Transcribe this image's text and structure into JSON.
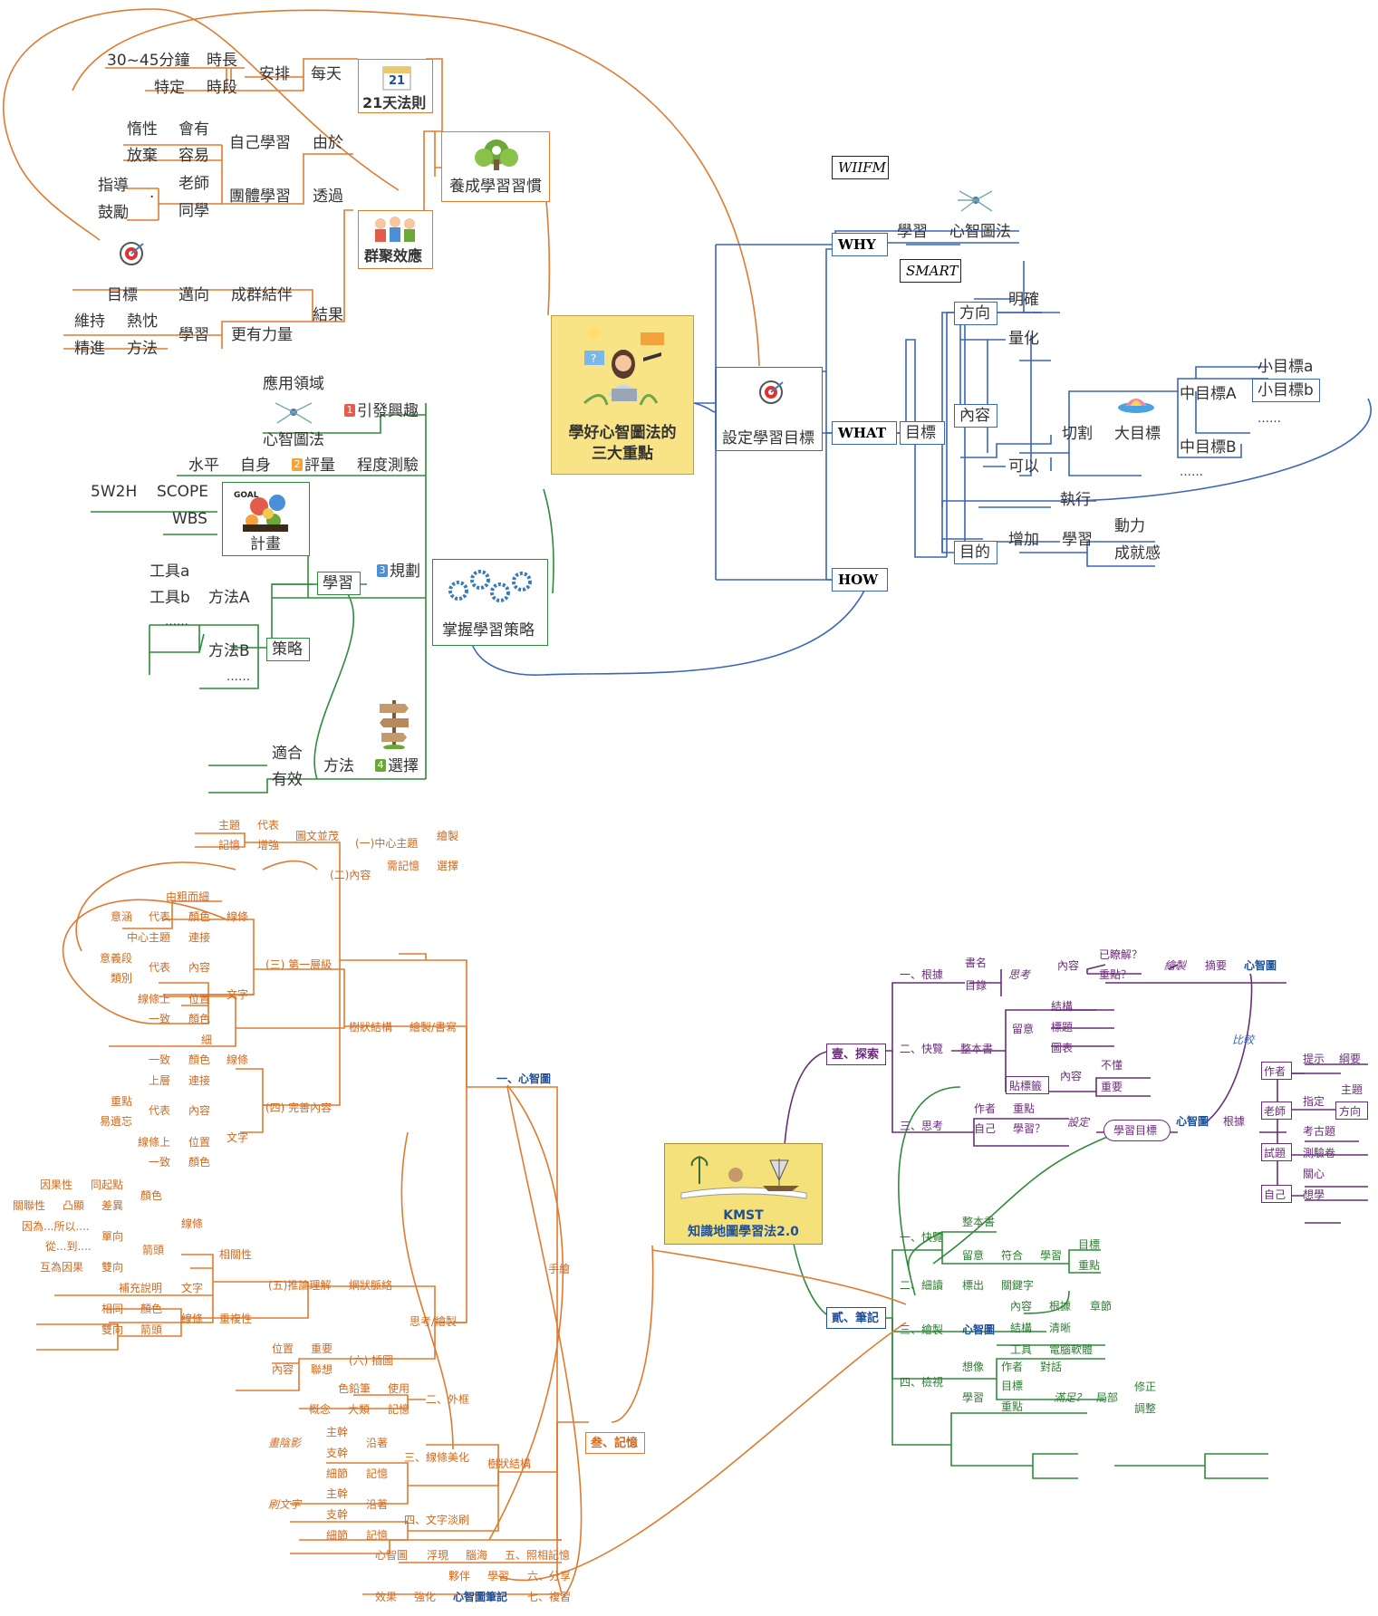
{
  "map1": {
    "center": {
      "line1": "學好心智圖法的",
      "line2": "三大重點"
    },
    "habit": {
      "title": "養成學習習慣",
      "rule21": {
        "title": "21天法則",
        "calendar": "21",
        "every_day": "每天",
        "arrange": "安排",
        "duration": "時長",
        "duration_value": "30~45分鐘",
        "period": "時段",
        "period_value": "特定"
      },
      "self_learning": {
        "due": "由於",
        "label": "自己學習",
        "will": "會有",
        "lazy": "惰性",
        "easy": "容易",
        "giveup": "放棄"
      },
      "group": {
        "via": "透過",
        "label": "團體學習",
        "teacher": "老師",
        "classmate": "同學",
        "dot": "·",
        "guide": "指導",
        "encourage": "鼓勵"
      },
      "cluster": {
        "title": "群聚效應",
        "result": "結果",
        "toward": "邁向",
        "goal": "目標",
        "form": "成群結伴",
        "learn": "學習",
        "stronger": "更有力量",
        "maintain": "維持",
        "passion": "熱忱",
        "method": "方法",
        "refine": "精進"
      }
    },
    "goal": {
      "title": "設定學習目標",
      "why": {
        "label": "WHY",
        "tag": "WIIFM",
        "learn": "學習",
        "mindmap": "心智圖法"
      },
      "what": {
        "label": "WHAT",
        "tag": "SMART",
        "target": "目標",
        "direction": "方向",
        "clear": "明確",
        "content": "內容",
        "quantify": "量化",
        "can": "可以",
        "cut": "切割",
        "big": "大目標",
        "midA": "中目標A",
        "midB": "中目標B",
        "smallA": "小目標a",
        "smallB": "小目標b",
        "dots": "……",
        "execute": "執行",
        "purpose": "目的",
        "increase": "增加",
        "learning": "學習",
        "power": "動力",
        "achievement": "成就感"
      },
      "how": {
        "label": "HOW"
      }
    },
    "strategy": {
      "title": "掌握學習策略",
      "interest": {
        "num": "1",
        "label": "引發興趣",
        "domain": "應用領域",
        "mindmap": "心智圖法"
      },
      "evaluate": {
        "num": "2",
        "label": "評量",
        "level": "水平",
        "self": "自身",
        "test": "程度測驗"
      },
      "plan": {
        "num": "3",
        "label": "規劃",
        "learn": "學習",
        "plan": "計畫",
        "s5w2h": "5W2H",
        "scope": "SCOPE",
        "wbs": "WBS",
        "strategy": "策略",
        "toolA": "工具a",
        "toolB": "工具b",
        "methodA": "方法A",
        "methodB": "方法B",
        "dots": "……"
      },
      "choose": {
        "num": "4",
        "label": "選擇",
        "method": "方法",
        "fit": "適合",
        "effective": "有效"
      }
    }
  },
  "map2": {
    "center": {
      "line1": "KMST",
      "line2": "知識地圖學習法2.0"
    },
    "explore": {
      "title": "壹、探索",
      "basis": {
        "label": "一、根據",
        "bookname": "書名",
        "toc": "目錄",
        "think": "思考",
        "content": "內容",
        "understood": "已瞭解？",
        "key": "重點？",
        "draw": "繪製",
        "summary": "摘要",
        "mindmap": "心智圖"
      },
      "browse": {
        "label": "二、快覽",
        "whole": "整本書",
        "attention": "留意",
        "structure": "結構",
        "title": "標題",
        "chart": "圖表",
        "sticky": "貼標籤",
        "content": "內容",
        "noknow": "不懂",
        "important": "重要"
      },
      "think": {
        "label": "三、思考",
        "author": "作者",
        "key": "重點",
        "self": "自己",
        "learn": "學習？",
        "set": "設定",
        "goal": "學習目標",
        "compare": "比較",
        "mindmap": "心智圖",
        "basis": "根據",
        "author2": "作者",
        "hint": "提示",
        "outline": "綱要",
        "teacher": "老師",
        "assign": "指定",
        "topic": "主題",
        "direction": "方向",
        "exam": "試題",
        "oldexam": "考古題",
        "quiz": "測驗卷",
        "self2": "自己",
        "care": "關心",
        "want": "想學"
      }
    },
    "notes": {
      "title": "貳、筆記",
      "browse": {
        "label": "一、快覽",
        "whole": "整本書",
        "attention": "留意",
        "match": "符合",
        "learn": "學習",
        "goal": "目標",
        "key": "重點"
      },
      "read": {
        "label": "二、細讀",
        "mark": "標出",
        "keyword": "關鍵字"
      },
      "draw": {
        "label": "三、繪製",
        "mindmap": "心智圖",
        "content": "內容",
        "basis": "根據",
        "chapter": "章節",
        "structure": "結構",
        "clear": "清晰",
        "tool": "工具",
        "software": "電腦軟體"
      },
      "review": {
        "label": "四、檢視",
        "imagine": "想像",
        "author": "作者",
        "dialog": "對話",
        "learn": "學習",
        "goal": "目標",
        "key": "重點",
        "satisfied": "滿足？",
        "partial": "局部",
        "fix": "修正",
        "adjust": "調整"
      }
    },
    "memory": {
      "title": "叁、記憶",
      "mindmap": {
        "label": "一、心智圖",
        "draw": "繪製",
        "center": "(一)中心主題",
        "img_text": "圖文並茂",
        "subject": "主題",
        "represent": "代表",
        "memory": "記憶",
        "enhance": "增強",
        "choose": "選擇",
        "content": "(二)內容",
        "need_mem": "需記憶",
        "draw_write": "繪製/書寫",
        "tree": "樹狀結構",
        "first": "(三) 第一層級",
        "line": "線條",
        "coarse_fine": "由粗而細",
        "meaning": "意涵",
        "color": "顏色",
        "central": "中心主題",
        "connect": "連接",
        "meaning_seg": "意義段",
        "category": "類別",
        "content2": "內容",
        "text": "文字",
        "line_up": "線條上",
        "position": "位置",
        "consistent": "一致",
        "complete": "(四) 完善內容",
        "thin": "細",
        "upper": "上層",
        "key": "重點",
        "forget": "易遺忘",
        "reason": "(五)推論理解",
        "network": "網狀脈絡",
        "think_draw": "思考/繪製",
        "relation": "相關性",
        "causal": "因果性",
        "common": "同起點",
        "relevance": "關聯性",
        "convex": "凸顯",
        "difference": "差異",
        "because": "因為...所以....",
        "from_to": "從...到....",
        "mutual": "互為因果",
        "single": "單向",
        "double": "雙向",
        "arrow": "箭頭",
        "supplement": "補充說明",
        "same": "相同",
        "repeat": "重複性",
        "illustration": "(六) 插圖",
        "important": "重要",
        "associate": "聯想"
      },
      "hand": {
        "label": "手繪",
        "frame": "二、外框",
        "pencil": "色鉛筆",
        "use": "使用",
        "concept": "概念",
        "large": "大類",
        "remember": "記憶",
        "beautify": "三、線條美化",
        "shadow": "畫陰影",
        "trunk": "主幹",
        "branch": "支幹",
        "along": "沿著",
        "detail": "細節",
        "lighten": "四、文字淡刷",
        "brush": "刷文字",
        "tree": "樹狀結構"
      },
      "photo": {
        "label": "五、照相記憶",
        "mindmap": "心智圖",
        "emerge": "浮現",
        "brain": "腦海"
      },
      "share": {
        "label": "六、分享",
        "partner": "夥伴",
        "learn": "學習"
      },
      "review": {
        "label": "七、複習",
        "effect": "效果",
        "strengthen": "強化",
        "note": "心智圖筆記"
      }
    }
  },
  "colors": {
    "orange": "#e07a2e",
    "blue": "#3a66b8",
    "green": "#2e8b3a",
    "purple": "#6a2c7a",
    "yellow": "#f8e487"
  }
}
